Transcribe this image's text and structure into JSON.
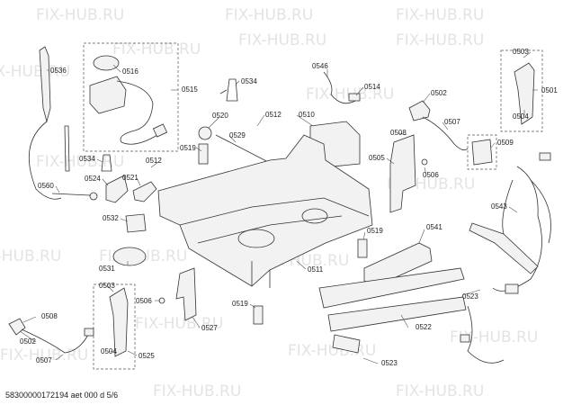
{
  "watermark": "FIX-HUB.RU",
  "footer": "58300000172194 aet 000 d 5/6",
  "labels": {
    "p0536": "0536",
    "p0516": "0516",
    "p0515": "0515",
    "p0534a": "0534",
    "p0546": "0546",
    "p0514": "0514",
    "p0502a": "0502",
    "p0503a": "0503",
    "p0501": "0501",
    "p0504a": "0504",
    "p0520": "0520",
    "p0512a": "0512",
    "p0519a": "0519",
    "p0529": "0529",
    "p0510": "0510",
    "p0507a": "0507",
    "p0508a": "0508",
    "p0509": "0509",
    "p0534b": "0534",
    "p0512b": "0512",
    "p0524": "0524",
    "p0521": "0521",
    "p0560": "0560",
    "p0505": "0505",
    "p0506a": "0506",
    "p0532": "0532",
    "p0543": "0543",
    "p0541": "0541",
    "p0519b": "0519",
    "p0531": "0531",
    "p0511": "0511",
    "p0503b": "0503",
    "p0506b": "0506",
    "p0523a": "0523",
    "p0519c": "0519",
    "p0508b": "0508",
    "p0527": "0527",
    "p0502b": "0502",
    "p0522": "0522",
    "p0504b": "0504",
    "p0507b": "0507",
    "p0525": "0525",
    "p0523b": "0523"
  }
}
